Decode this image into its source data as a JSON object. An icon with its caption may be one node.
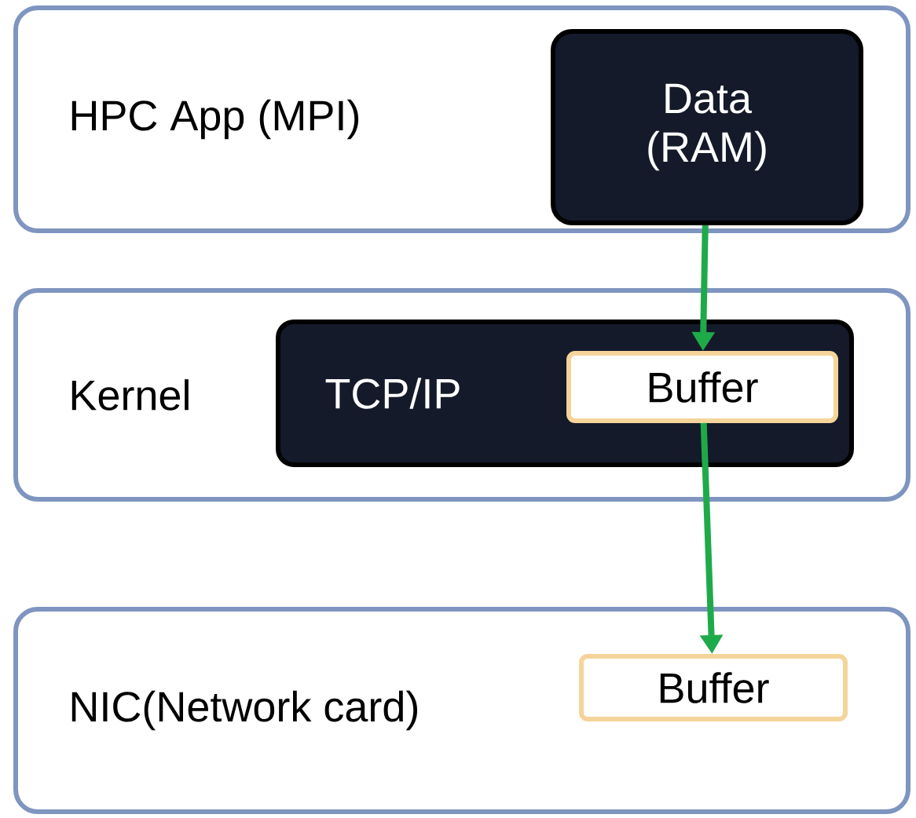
{
  "diagram": {
    "nodes": [
      {
        "text": [
          "HPC App (MPI)"
        ]
      },
      {
        "text": [
          "Data (RAM)"
        ],
        "in": 0
      },
      {
        "text": [
          "Kernel"
        ]
      },
      {
        "text": [
          "TCP/IP"
        ],
        "in": 2
      },
      {
        "text": [
          "Buffer"
        ],
        "in": 3
      },
      {
        "text": [
          "NIC(Network card)"
        ]
      },
      {
        "text": [
          "Buffer"
        ],
        "in": 5
      }
    ],
    "edges": [
      {
        "from": 1,
        "to": 4,
        "arrow": "to"
      },
      {
        "from": 4,
        "to": 6,
        "arrow": "to"
      }
    ]
  }
}
